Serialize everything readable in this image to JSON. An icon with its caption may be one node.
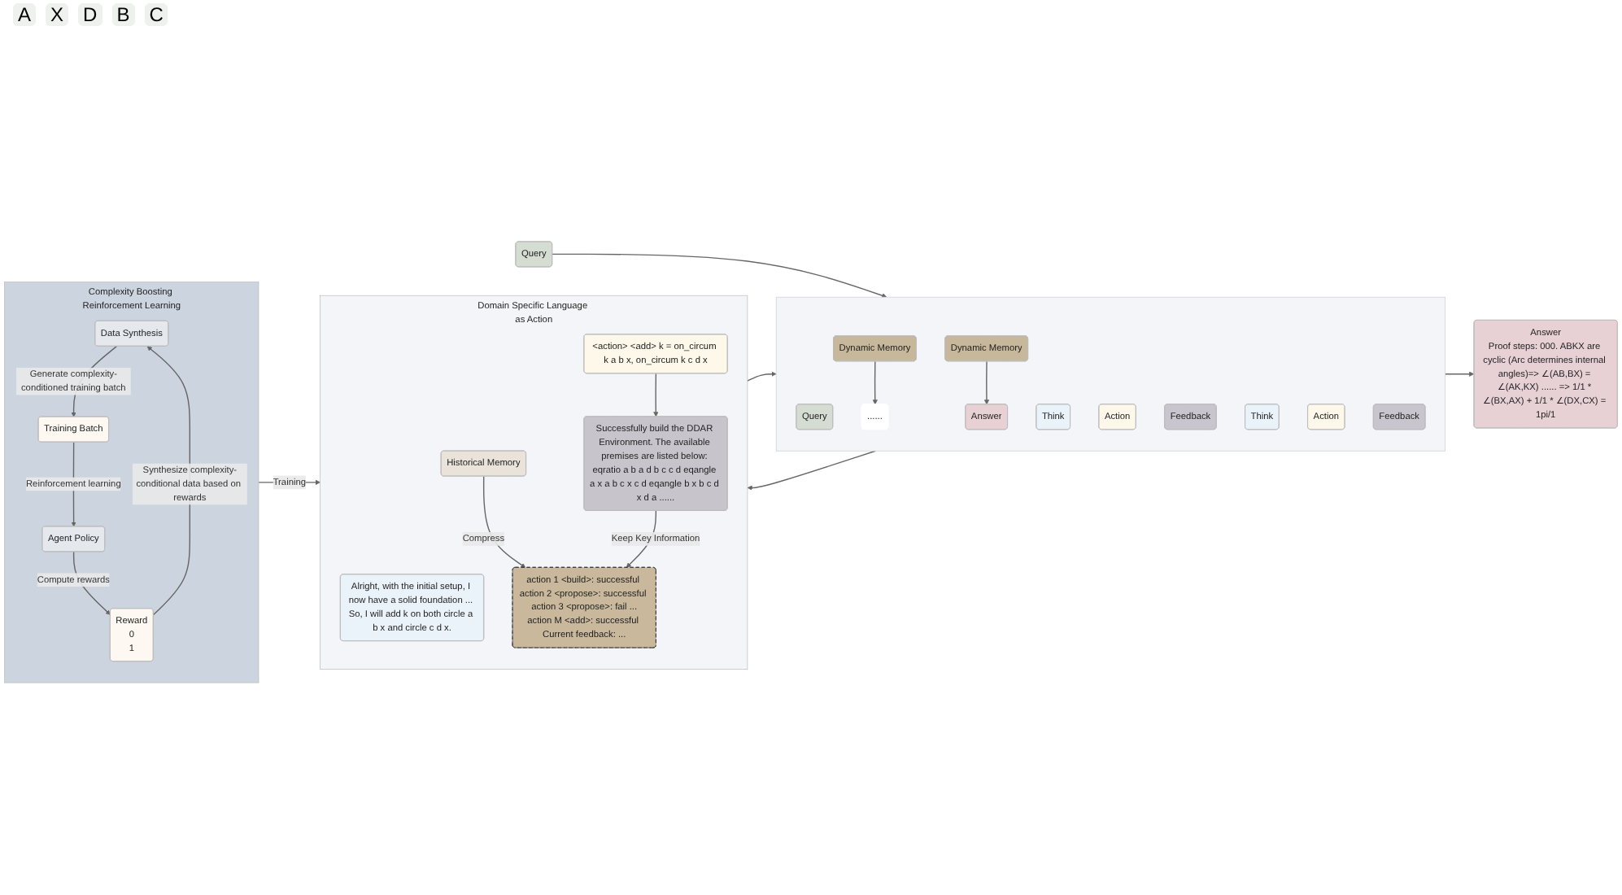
{
  "diagram": {
    "nodes": [
      {
        "text": [
          "Query"
        ]
      },
      {
        "text": [
          "Answer",
          "Proof steps: 000. ABKX are cyclic (Arc determines internal angles)=> ∠(AB,BX) = ∠(AK,KX) ...... => 1/1 * ∠(BX,AX) + 1/1 * ∠(DX,CX) = 1pi/1"
        ]
      },
      {
        "text": [],
        "shape": "box"
      },
      {
        "text": [
          "Query"
        ],
        "in": 2
      },
      {
        "text": [
          "Think"
        ],
        "in": 2
      },
      {
        "text": [
          "Action"
        ],
        "in": 2
      },
      {
        "text": [
          "Feedback"
        ],
        "in": 2
      },
      {
        "text": [
          "Dynamic Memory"
        ],
        "in": 2
      },
      {
        "text": [
          "......"
        ],
        "in": 2
      },
      {
        "text": [
          "Think"
        ],
        "in": 2
      },
      {
        "text": [
          "Action"
        ],
        "in": 2
      },
      {
        "text": [
          "Feedback"
        ],
        "in": 2
      },
      {
        "text": [
          "Dynamic Memory"
        ],
        "in": 2
      },
      {
        "text": [
          "Answer"
        ],
        "in": 2
      },
      {
        "text": [
          "Domain Specific Language as Action"
        ]
      },
      {
        "text": [
          "Alright, with the initial setup, I now have a solid foundation ... So, I will add k on both circle a b x and circle c d x."
        ],
        "in": 14
      },
      {
        "text": [
          "<action> <add> k = on_circum k a b x, on_circum k c d x"
        ],
        "in": 14
      },
      {
        "text": [
          "Successfully build the DDAR Environment. The available premises are listed below: eqratio a b a d b c c d eqangle a x a b c x c d eqangle b x b c d x d a ......"
        ],
        "in": 14
      },
      {
        "text": [
          "Historical Memory"
        ],
        "in": 14
      },
      {
        "text": [
          "action 1 <build>: successful action 2 <propose>: successful action 3 <propose>: fail ...",
          "action M <add>: successful Current feedback: ..."
        ],
        "in": 14
      },
      {
        "text": [
          "Complexity Boosting Reinforcement Learning"
        ]
      },
      {
        "text": [
          "Data Synthesis"
        ],
        "in": 20
      },
      {
        "text": [
          "Training Batch"
        ],
        "in": 20
      },
      {
        "text": [
          "Reward",
          "0",
          "1"
        ],
        "in": 20
      },
      {
        "text": [
          "Agent Policy"
        ],
        "in": 20
      }
    ],
    "edges": [
      {
        "from": 0,
        "to": 2,
        "arrow": "to"
      },
      {
        "from": 2,
        "to": 1,
        "arrow": "to"
      },
      {
        "from": 7,
        "to": 8,
        "arrow": "to"
      },
      {
        "from": 12,
        "to": 13,
        "arrow": "to"
      },
      {
        "from": 2,
        "to": 14,
        "arrow": "to"
      },
      {
        "from": 14,
        "to": 2,
        "arrow": "to"
      },
      {
        "from": 16,
        "to": 17,
        "arrow": "to"
      },
      {
        "from": 18,
        "to": 19,
        "label": "Compress",
        "arrow": "to"
      },
      {
        "from": 17,
        "to": 19,
        "label": "Keep Key Information",
        "arrow": "to"
      },
      {
        "from": 20,
        "to": 14,
        "label": "Training",
        "arrow": "to"
      },
      {
        "from": 21,
        "to": 22,
        "label": "Generate complexity-conditioned training batch",
        "arrow": "to"
      },
      {
        "from": 22,
        "to": 24,
        "label": "Reinforcement learning",
        "arrow": "to"
      },
      {
        "from": 24,
        "to": 23,
        "label": "Compute rewards",
        "arrow": "to"
      },
      {
        "from": 23,
        "to": 21,
        "label": "Synthesize complexity-conditional data based on rewards",
        "arrow": "to"
      }
    ],
    "labels": [
      "A",
      "X",
      "D",
      "B",
      "C"
    ]
  }
}
